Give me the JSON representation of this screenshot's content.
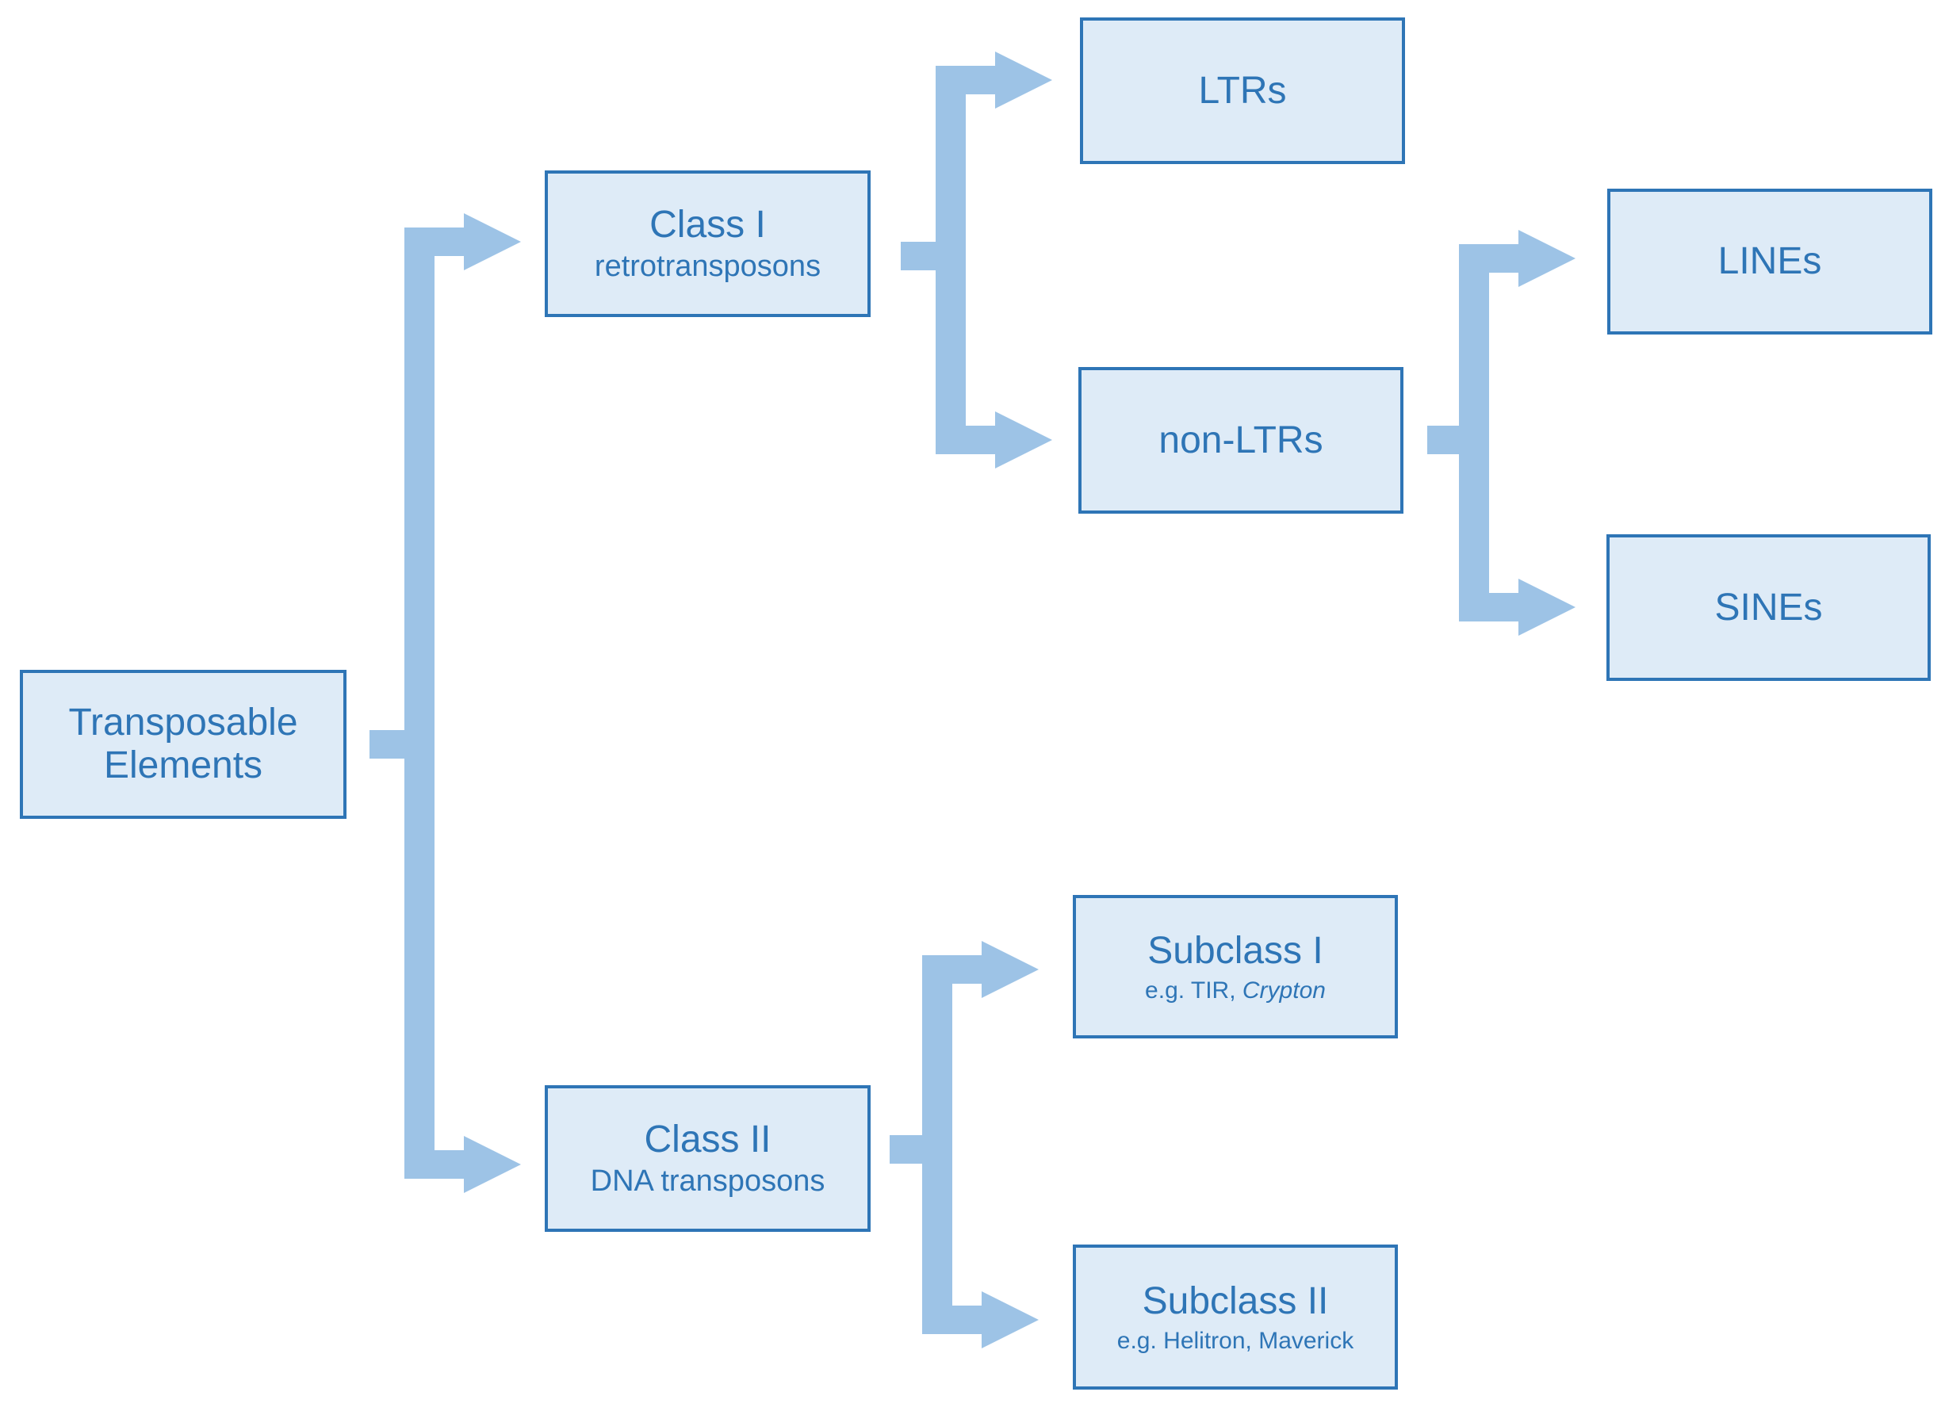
{
  "diagram": {
    "type": "flowchart",
    "description": "Classification tree of transposable elements",
    "orientation": "left-to-right",
    "colors": {
      "box_fill": "#DEEBF7",
      "box_border": "#2E75B6",
      "text": "#2E75B6",
      "arrow": "#9DC3E6",
      "background": "#FFFFFF"
    },
    "nodes": {
      "root": {
        "label": "Transposable Elements"
      },
      "class1": {
        "label": "Class I",
        "sublabel": "retrotransposons"
      },
      "ltrs": {
        "label": "LTRs"
      },
      "nonltrs": {
        "label": "non-LTRs"
      },
      "lines": {
        "label": "LINEs"
      },
      "sines": {
        "label": "SINEs"
      },
      "class2": {
        "label": "Class II",
        "sublabel": "DNA transposons"
      },
      "subclass1": {
        "label": "Subclass I",
        "sublabel": "e.g. TIR,",
        "sublabel_italic": "Crypton"
      },
      "subclass2": {
        "label": "Subclass II",
        "sublabel": "e.g. Helitron, Maverick"
      }
    },
    "edges": [
      {
        "from": "Transposable Elements",
        "to": "Class I"
      },
      {
        "from": "Transposable Elements",
        "to": "Class II"
      },
      {
        "from": "Class I",
        "to": "LTRs"
      },
      {
        "from": "Class I",
        "to": "non-LTRs"
      },
      {
        "from": "non-LTRs",
        "to": "LINEs"
      },
      {
        "from": "non-LTRs",
        "to": "SINEs"
      },
      {
        "from": "Class II",
        "to": "Subclass I"
      },
      {
        "from": "Class II",
        "to": "Subclass II"
      }
    ]
  }
}
